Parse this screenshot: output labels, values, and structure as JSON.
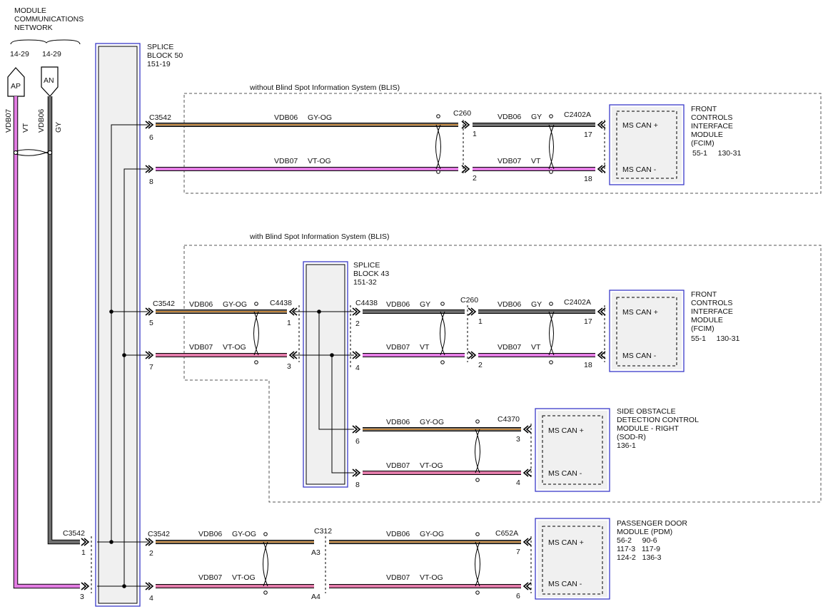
{
  "network": {
    "title": [
      "MODULE",
      "COMMUNICATIONS",
      "NETWORK"
    ],
    "refs": [
      "14-29",
      "14-29"
    ]
  },
  "connectors_left": {
    "ap": "AP",
    "an": "AN"
  },
  "trunk": {
    "vt_circuit": "VDB07",
    "vt_color": "VT",
    "gy_circuit": "VDB06",
    "gy_color": "GY"
  },
  "splice50": {
    "lines": [
      "SPLICE",
      "BLOCK 50",
      "151-19"
    ]
  },
  "splice43": {
    "lines": [
      "SPLICE",
      "BLOCK 43",
      "151-32"
    ]
  },
  "sections": {
    "without_blis": "without Blind Spot Information System (BLIS)",
    "with_blis": "with Blind Spot Information System (BLIS)"
  },
  "wires": {
    "gy_og": {
      "circuit": "VDB06",
      "color": "GY-OG"
    },
    "vt_og": {
      "circuit": "VDB07",
      "color": "VT-OG"
    },
    "gy": {
      "circuit": "VDB06",
      "color": "GY"
    },
    "vt": {
      "circuit": "VDB07",
      "color": "VT"
    }
  },
  "connectors": {
    "c3542": "C3542",
    "c260": "C260",
    "c2402a": "C2402A",
    "c4438": "C4438",
    "c4370": "C4370",
    "c312": "C312",
    "c652a": "C652A"
  },
  "pins": {
    "p1": "1",
    "p2": "2",
    "p3": "3",
    "p4": "4",
    "p5": "5",
    "p6": "6",
    "p7": "7",
    "p8": "8",
    "p17": "17",
    "p18": "18",
    "a3": "A3",
    "a4": "A4"
  },
  "module_labels": {
    "can_plus": "MS CAN +",
    "can_minus": "MS CAN -"
  },
  "fcim": {
    "lines": [
      "FRONT",
      "CONTROLS",
      "INTERFACE",
      "MODULE",
      "(FCIM)"
    ],
    "ref": "55-1     130-31"
  },
  "sodr": {
    "lines": [
      "SIDE OBSTACLE",
      "DETECTION CONTROL",
      "MODULE - RIGHT",
      "(SOD-R)",
      "136-1"
    ]
  },
  "pdm": {
    "lines": [
      "PASSENGER DOOR",
      "MODULE (PDM)",
      "56-2     90-6",
      "117-3   117-9",
      "124-2   136-3"
    ]
  },
  "colors": {
    "gy": "#6e6e6e",
    "og": "#d98a2a",
    "vt": "#e27ce2",
    "vt_og": "#e07aa8",
    "blue": "#3a3ac8",
    "box": "#f0f0f0"
  }
}
